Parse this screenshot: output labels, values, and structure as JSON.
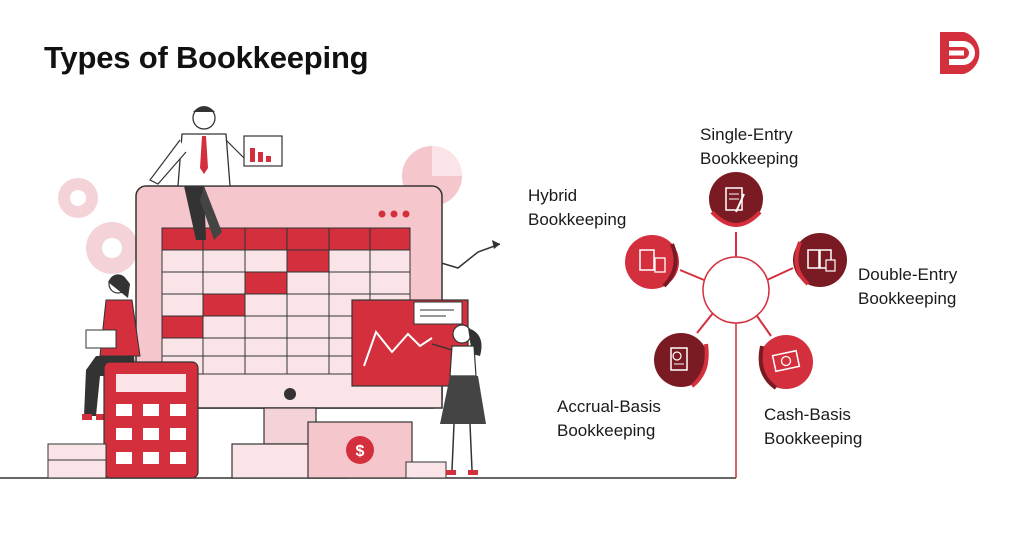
{
  "title": "Types of Bookkeeping",
  "colors": {
    "accent": "#d32f3c",
    "dark_red": "#7a1a22",
    "pink": "#f6c6cd",
    "light_pink": "#fbe4e8"
  },
  "types": [
    {
      "line1": "Single-Entry",
      "line2": "Bookkeeping",
      "icon": "ledger-pen-icon"
    },
    {
      "line1": "Double-Entry",
      "line2": "Bookkeeping",
      "icon": "double-ledger-icon"
    },
    {
      "line1": "Cash-Basis",
      "line2": "Bookkeeping",
      "icon": "cash-bill-icon"
    },
    {
      "line1": "Accrual-Basis",
      "line2": "Bookkeeping",
      "icon": "receipt-dollar-icon"
    },
    {
      "line1": "Hybrid",
      "line2": "Bookkeeping",
      "icon": "book-calculator-icon"
    }
  ],
  "illustration": {
    "price_symbol": "$"
  }
}
